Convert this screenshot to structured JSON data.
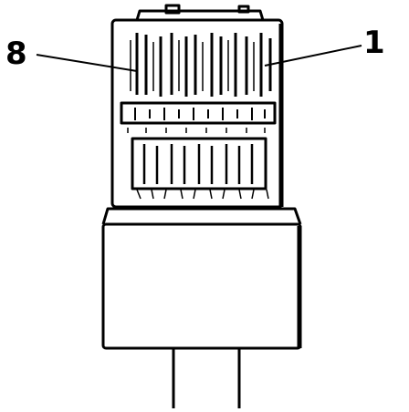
{
  "diagram": {
    "callouts": [
      {
        "id": "left",
        "label": "8"
      },
      {
        "id": "right",
        "label": "1"
      }
    ],
    "colors": {
      "ink": "#000000",
      "paper": "#ffffff"
    }
  }
}
